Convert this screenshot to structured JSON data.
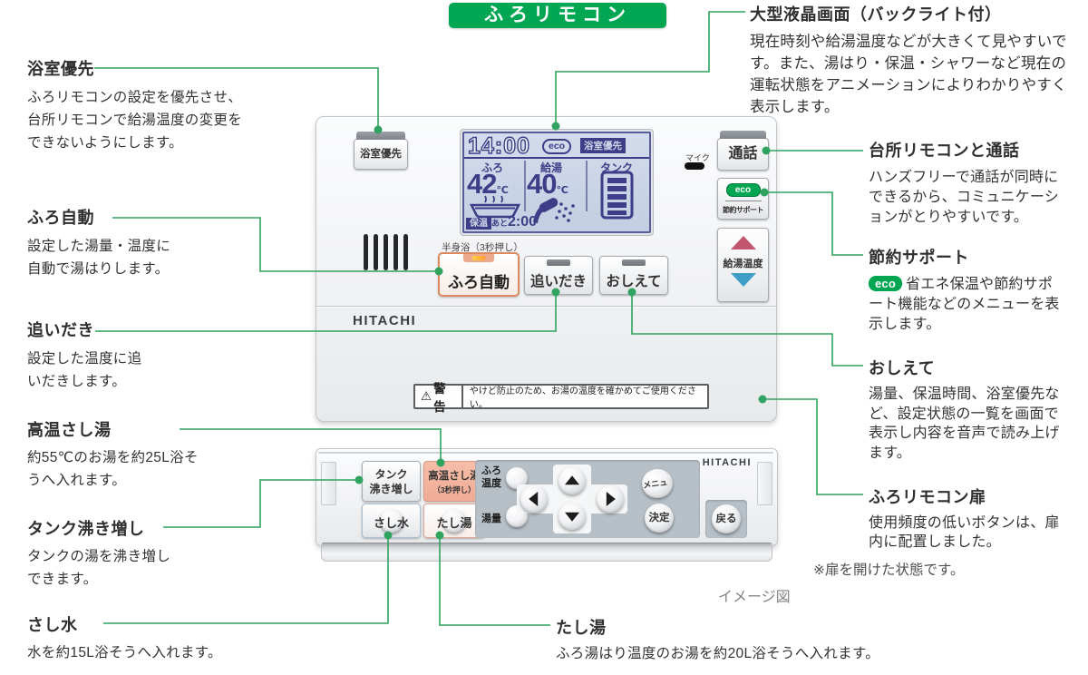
{
  "banner": {
    "label": "ふろリモコン"
  },
  "ann": {
    "lcd_screen": {
      "title": "大型液晶画面（バックライト付）",
      "body": "現在時刻や給湯温度などが大きくて見やすいです。また、湯はり・保温・シャワーなど現在の運転状態をアニメーションによりわかりやすく表示します。"
    },
    "yokushitsu": {
      "title": "浴室優先",
      "body": "ふろリモコンの設定を優先させ、台所リモコンで給湯温度の変更をできないようにします。"
    },
    "furo_auto": {
      "title": "ふろ自動",
      "body": "設定した湯量・温度に自動で湯はりします。"
    },
    "oidaki": {
      "title": "追いだき",
      "body": "設定した温度に追いだきします。"
    },
    "koon_sashiyu": {
      "title": "高温さし湯",
      "body": "約55℃のお湯を約25L浴そうへ入れます。"
    },
    "tank_wakimashi": {
      "title": "タンク沸き増し",
      "body": "タンクの湯を沸き増しできます。"
    },
    "sashimizu": {
      "title": "さし水",
      "body": "水を約15L浴そうへ入れます。"
    },
    "tashiyu": {
      "title": "たし湯",
      "body": "ふろ湯はり温度のお湯を約20L浴そうへ入れます。"
    },
    "tsuwa": {
      "title": "台所リモコンと通話",
      "body": "ハンズフリーで通話が同時にできるから、コミュニケーションがとりやすいです。"
    },
    "setsuyaku": {
      "title": "節約サポート",
      "badge": "eco",
      "body": "省エネ保温や節約サポート機能などのメニューを表示します。"
    },
    "oshiete": {
      "title": "おしえて",
      "body": "湯量、保温時間、浴室優先など、設定状態の一覧を画面で表示し内容を音声で読み上げます。"
    },
    "tobira": {
      "title": "ふろリモコン扉",
      "body": "使用頻度の低いボタンは、扉内に配置しました。"
    }
  },
  "notes": {
    "door": "※扉を開けた状態です。",
    "image": "イメージ図"
  },
  "upper": {
    "brand": "HITACHI",
    "btn_yokushitsu": "浴室優先",
    "btn_tsuwa": "通話",
    "mic": "マイク",
    "eco_badge": "eco",
    "btn_setsuyaku": "節約サポート",
    "btn_kyuto_ondo": "給湯温度",
    "hanshinyoku": "半身浴（3秒押し）",
    "btn_furo_auto": "ふろ自動",
    "btn_oidaki": "追いだき",
    "btn_oshiete": "おしえて",
    "warning_icon": "⚠",
    "warning_label": "警告",
    "warning_text": "やけど防止のため、お湯の温度を確かめてご使用ください。",
    "lcd": {
      "time": "14:00",
      "eco": "eco",
      "priority": "浴室優先",
      "furo": "ふろ",
      "furo_temp": "42",
      "deg": "℃",
      "kyuto": "給湯",
      "kyuto_temp": "40",
      "tank": "タンク",
      "hoon": "保温",
      "ato": "あと",
      "time_left": "2:00"
    }
  },
  "lower": {
    "brand": "HITACHI",
    "tank_l1": "タンク",
    "tank_l2": "沸き増し",
    "koon_l1": "高温さし湯",
    "koon_l2": "（3秒押し）",
    "sashimizu": "さし水",
    "tashiyu": "たし湯",
    "furo_ondo_l1": "ふろ",
    "furo_ondo_l2": "温度",
    "yuryo": "湯量",
    "menu": "メニュー",
    "kettei": "決定",
    "modoru": "戻る"
  }
}
